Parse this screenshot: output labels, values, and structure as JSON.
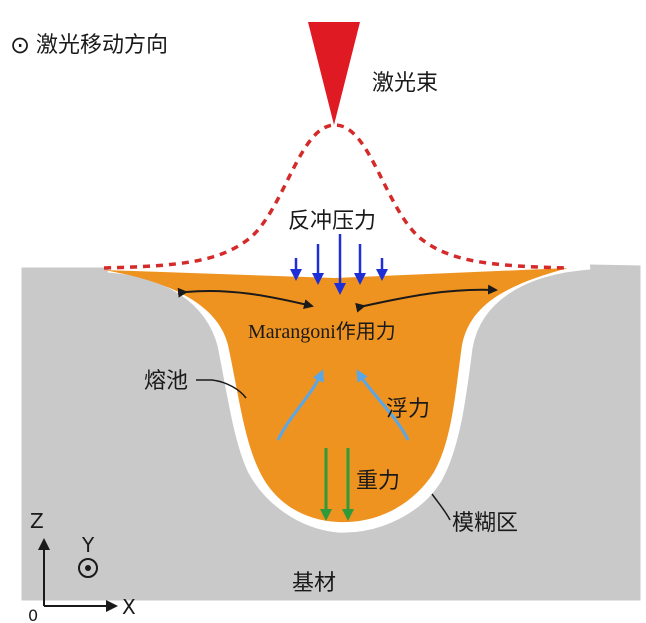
{
  "legend": {
    "symbol": "⊙",
    "label": "激光移动方向"
  },
  "labels": {
    "laser_beam": "激光束",
    "recoil_pressure": "反冲压力",
    "marangoni_term": "Marangoni",
    "marangoni_suffix": "作用力",
    "melt_pool": "熔池",
    "buoyancy": "浮力",
    "gravity": "重力",
    "mushy_zone": "模糊区",
    "substrate": "基材"
  },
  "axes": {
    "z": "Z",
    "y": "Y",
    "x": "X",
    "origin": "0"
  },
  "colors": {
    "substrate": "#c9c9c9",
    "melt_pool": "#ef9320",
    "laser": "#e01a22",
    "gaussian_profile": "#d42a2a",
    "recoil_arrows": "#1f2fd6",
    "buoyancy_arrows": "#5aa6e6",
    "gravity_arrows": "#2e9a3a",
    "marangoni_arrows": "#1a1a1a"
  }
}
